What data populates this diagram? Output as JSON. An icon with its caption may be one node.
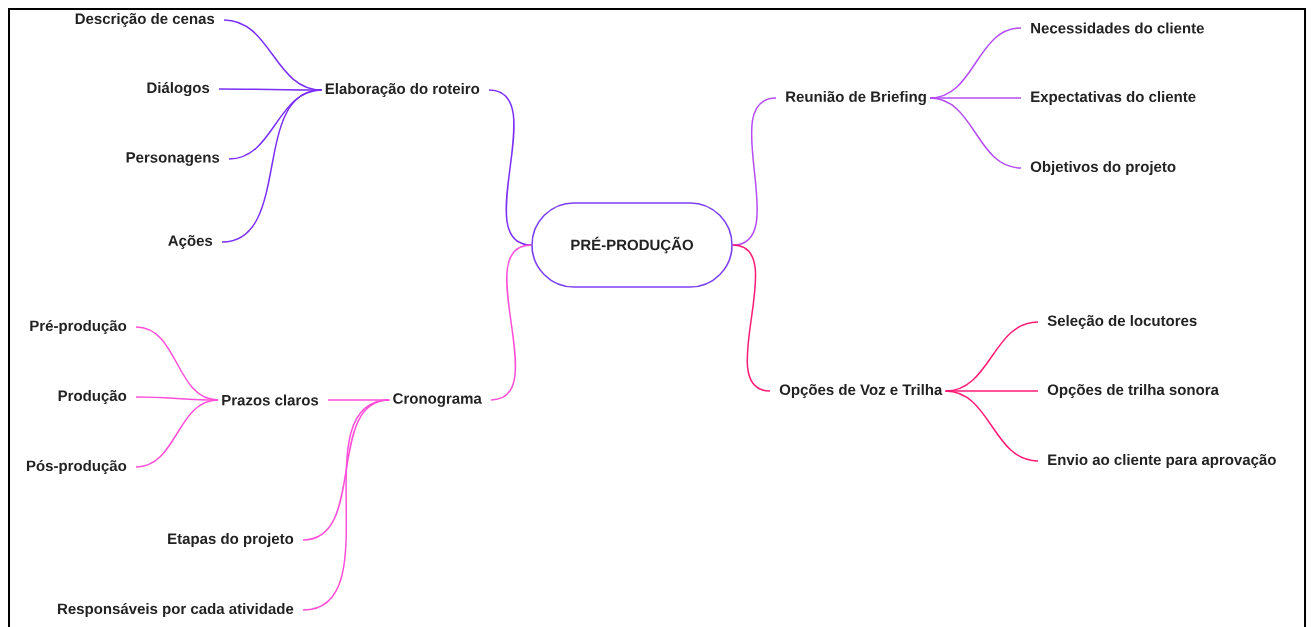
{
  "diagram": {
    "nodes": [
      {
        "text": [
          "PRÉ-PRODUÇÃO"
        ]
      },
      {
        "text": [
          "Elaboração do roteiro"
        ]
      },
      {
        "text": [
          "Descrição de cenas"
        ]
      },
      {
        "text": [
          "Diálogos"
        ]
      },
      {
        "text": [
          "Personagens"
        ]
      },
      {
        "text": [
          "Ações"
        ]
      },
      {
        "text": [
          "Cronograma"
        ]
      },
      {
        "text": [
          "Prazos claros"
        ]
      },
      {
        "text": [
          "Pré-produção"
        ]
      },
      {
        "text": [
          "Produção"
        ]
      },
      {
        "text": [
          "Pós-produção"
        ]
      },
      {
        "text": [
          "Etapas do projeto"
        ]
      },
      {
        "text": [
          "Responsáveis por cada atividade"
        ]
      },
      {
        "text": [
          "Reunião de Briefing"
        ]
      },
      {
        "text": [
          "Necessidades do cliente"
        ]
      },
      {
        "text": [
          "Expectativas do cliente"
        ]
      },
      {
        "text": [
          "Objetivos do projeto"
        ]
      },
      {
        "text": [
          "Opções de Voz e Trilha"
        ]
      },
      {
        "text": [
          "Seleção de locutores"
        ]
      },
      {
        "text": [
          "Opções de trilha sonora"
        ]
      },
      {
        "text": [
          "Envio ao cliente para aprovação"
        ]
      }
    ],
    "edges": [
      {
        "from": 0,
        "to": 1,
        "arrow": "none",
        "color": "#7b2ff7"
      },
      {
        "from": 1,
        "to": 2,
        "arrow": "none",
        "color": "#7b2ff7"
      },
      {
        "from": 1,
        "to": 3,
        "arrow": "none",
        "color": "#7b2ff7"
      },
      {
        "from": 1,
        "to": 4,
        "arrow": "none",
        "color": "#7b2ff7"
      },
      {
        "from": 1,
        "to": 5,
        "arrow": "none",
        "color": "#7b2ff7"
      },
      {
        "from": 0,
        "to": 6,
        "arrow": "none",
        "color": "#ff4fd8"
      },
      {
        "from": 6,
        "to": 7,
        "arrow": "none",
        "color": "#ff4fd8"
      },
      {
        "from": 7,
        "to": 8,
        "arrow": "none",
        "color": "#ff4fd8"
      },
      {
        "from": 7,
        "to": 9,
        "arrow": "none",
        "color": "#ff4fd8"
      },
      {
        "from": 7,
        "to": 10,
        "arrow": "none",
        "color": "#ff4fd8"
      },
      {
        "from": 6,
        "to": 11,
        "arrow": "none",
        "color": "#ff4fd8"
      },
      {
        "from": 6,
        "to": 12,
        "arrow": "none",
        "color": "#ff4fd8"
      },
      {
        "from": 0,
        "to": 13,
        "arrow": "none",
        "color": "#b54cf5"
      },
      {
        "from": 13,
        "to": 14,
        "arrow": "none",
        "color": "#b54cf5"
      },
      {
        "from": 13,
        "to": 15,
        "arrow": "none",
        "color": "#b54cf5"
      },
      {
        "from": 13,
        "to": 16,
        "arrow": "none",
        "color": "#b54cf5"
      },
      {
        "from": 0,
        "to": 17,
        "arrow": "none",
        "color": "#ff1a75"
      },
      {
        "from": 17,
        "to": 18,
        "arrow": "none",
        "color": "#ff1a75"
      },
      {
        "from": 17,
        "to": 19,
        "arrow": "none",
        "color": "#ff1a75"
      },
      {
        "from": 17,
        "to": 20,
        "arrow": "none",
        "color": "#ff1a75"
      }
    ]
  }
}
